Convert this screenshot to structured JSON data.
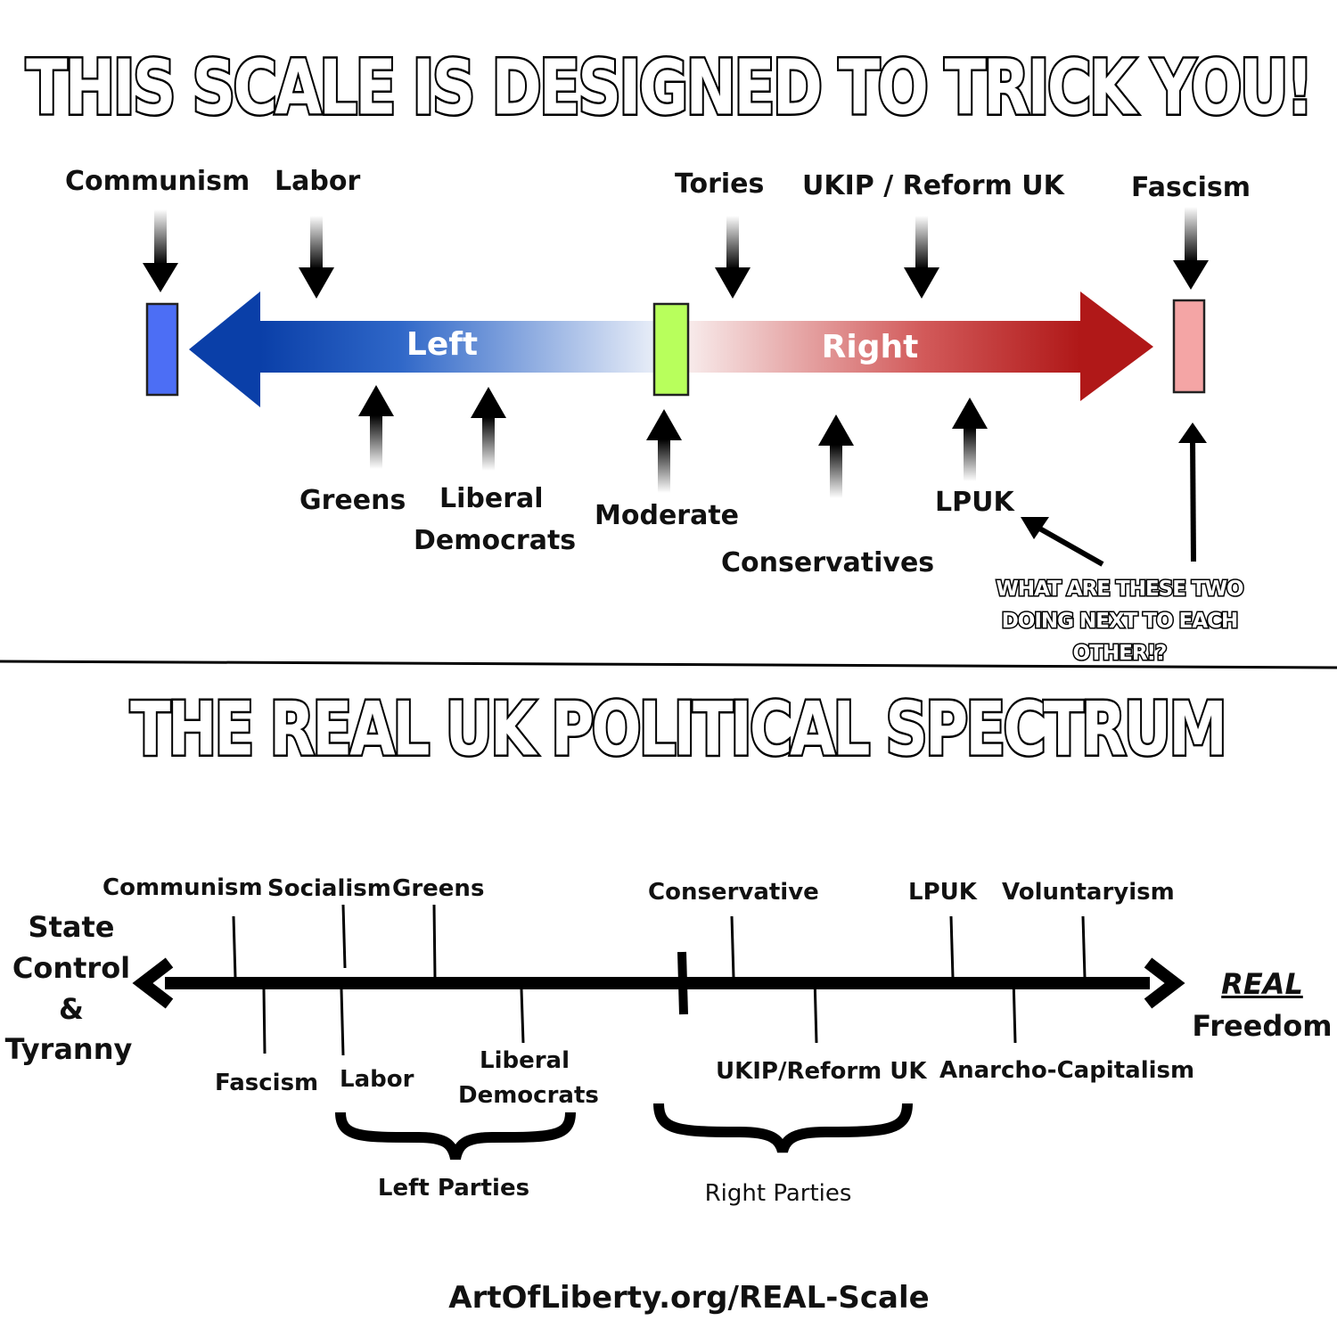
{
  "top": {
    "headline": "THIS SCALE IS DESIGNED TO TRICK YOU!",
    "bar_left_label": "Left",
    "bar_right_label": "Right",
    "labels_above": {
      "communism": "Communism",
      "labor": "Labor",
      "tories": "Tories",
      "ukip": "UKIP / Reform UK",
      "fascism": "Fascism"
    },
    "labels_below": {
      "greens": "Greens",
      "liberal_democrats_line1": "Liberal",
      "liberal_democrats_line2": "Democrats",
      "moderate": "Moderate",
      "conservatives": "Conservatives",
      "lpuk": "LPUK"
    },
    "callout_lines": [
      "WHAT  ARE  THESE TWO",
      "DOING NEXT TO EACH",
      "OTHER!?"
    ],
    "colors": {
      "communism_box": "#4c6ef5",
      "moderate_box": "#b8ff5c",
      "fascism_box": "#f4a5a5",
      "left_arrow": "#0a3fa8",
      "right_arrow": "#b01818"
    }
  },
  "bottom": {
    "headline": "THE REAL UK POLITICAL SPECTRUM",
    "left_end_lines": [
      "State",
      "Control",
      "&",
      "Tyranny"
    ],
    "right_end_line1": "REAL",
    "right_end_line2": "Freedom",
    "above_labels": {
      "communism": "Communism",
      "socialism": "Socialism",
      "greens": "Greens",
      "conservative": "Conservative",
      "lpuk": "LPUK",
      "voluntaryism": "Voluntaryism"
    },
    "below_labels": {
      "fascism": "Fascism",
      "labor": "Labor",
      "liberal_line1": "Liberal",
      "liberal_line2": "Democrats",
      "ukip": "UKIP/Reform UK",
      "anarcho": "Anarcho-Capitalism"
    },
    "group_left": "Left Parties",
    "group_right": "Right Parties"
  },
  "footer": {
    "url": "ArtOfLiberty.org/REAL-Scale"
  }
}
